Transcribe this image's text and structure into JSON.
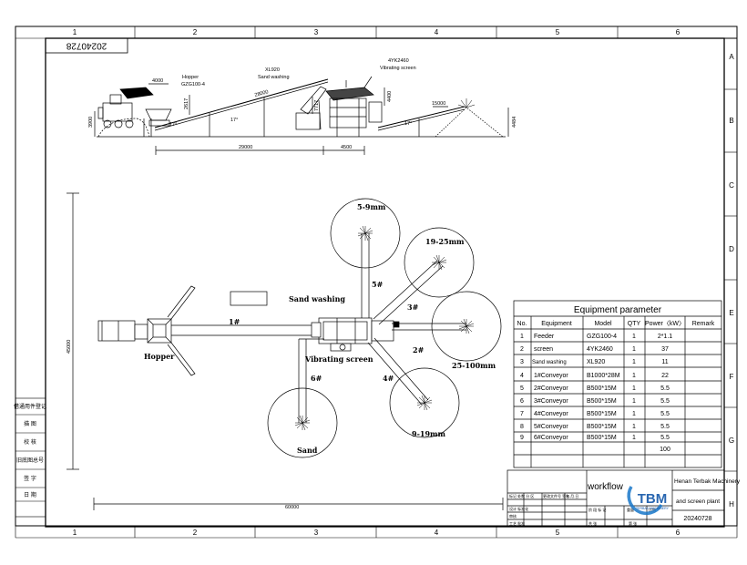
{
  "drawing_number": "20240728",
  "grid": {
    "columns": [
      "1",
      "2",
      "3",
      "4",
      "5",
      "6"
    ],
    "rows": [
      "A",
      "B",
      "C",
      "D",
      "E",
      "F",
      "G",
      "H"
    ]
  },
  "elevation": {
    "labels": {
      "hopper": "Hopper",
      "hopper_model": "GZG100-4",
      "sand_washing_model": "XL920",
      "sand_washing": "Sand washing",
      "vibrating_model": "4YK2460",
      "vibrating": "Vibrating screen"
    },
    "dims": {
      "d4000": "4000",
      "d2617": "2617",
      "d28000": "28000",
      "d3900": "3900",
      "d29000": "29000",
      "d4500": "4500",
      "d4400": "4400",
      "d15000": "15000",
      "d4484": "4484",
      "d1": "17°",
      "d2": "17°",
      "d3": "17°",
      "d7717": "7717"
    }
  },
  "plan": {
    "labels": {
      "hopper": "Hopper",
      "sand_washing": "Sand washing",
      "vibrating": "Vibrating screen",
      "c1": "1#",
      "c2": "2#",
      "c3": "3#",
      "c4": "4#",
      "c5": "5#",
      "c6": "6#",
      "p59": "5-9mm",
      "p1925": "19-25mm",
      "p25100": "25-100mm",
      "p919": "9-19mm",
      "sand": "Sand",
      "dim_h": "60000",
      "dim_v": "45000"
    }
  },
  "left_stamp": [
    "借通用件登记",
    "描 图",
    "校 核",
    "旧底图总号",
    "签 字",
    "日 期"
  ],
  "table": {
    "title": "Equipment parameter",
    "headers": [
      "No.",
      "Equipment",
      "Model",
      "QTY",
      "Power〈kW〉",
      "Remark"
    ],
    "rows": [
      [
        "1",
        "Feeder",
        "GZG100-4",
        "1",
        "2*1.1",
        ""
      ],
      [
        "2",
        "screen",
        "4YK2460",
        "1",
        "37",
        ""
      ],
      [
        "3",
        "Sand washing",
        "XL920",
        "1",
        "11",
        ""
      ],
      [
        "4",
        "1#Conveyor",
        "B1000*28M",
        "1",
        "22",
        ""
      ],
      [
        "5",
        "2#Conveyor",
        "B500*15M",
        "1",
        "5.5",
        ""
      ],
      [
        "6",
        "3#Conveyor",
        "B500*15M",
        "1",
        "5.5",
        ""
      ],
      [
        "7",
        "4#Conveyor",
        "B500*15M",
        "1",
        "5.5",
        ""
      ],
      [
        "8",
        "5#Conveyor",
        "B500*15M",
        "1",
        "5.5",
        ""
      ],
      [
        "9",
        "6#Conveyor",
        "B500*15M",
        "1",
        "5.5",
        ""
      ],
      [
        "",
        "",
        "",
        "",
        "100",
        ""
      ]
    ]
  },
  "title_block": {
    "workflow": "workflow",
    "company": "Henan Terbak Machinery",
    "plant": "and screen plant",
    "date": "20240728",
    "logo": "TBM",
    "logo_sub": "TERBAK MACHINERY",
    "small": [
      "标记 处数 分 区",
      "更改文件号 签名",
      "年.月.日",
      "设计 标准化",
      "审核",
      "工艺 批准",
      "阶 段 标 记",
      "重量",
      "比例",
      "共 张",
      "第 张"
    ]
  }
}
